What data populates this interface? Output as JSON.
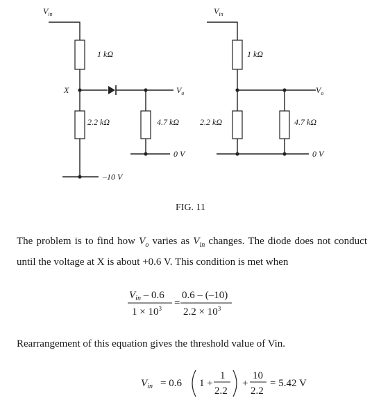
{
  "circuit_left": {
    "vin_label": "V",
    "vin_sub": "in",
    "r1_label": "1 kΩ",
    "node_label": "X",
    "r2_label": "2.2 kΩ",
    "r3_label": "4.7 kΩ",
    "vo_label": "V",
    "vo_sub": "o",
    "ground_label": "0 V",
    "supply_label": "–10 V"
  },
  "circuit_right": {
    "vin_label": "V",
    "vin_sub": "in",
    "r1_label": "1 kΩ",
    "r2_label": "2.2 kΩ",
    "r3_label": "4.7 kΩ",
    "vo_label": "V",
    "vo_sub": "o",
    "ground_label": "0 V"
  },
  "figure_caption": "FIG. 11",
  "paragraph1": {
    "t1": "The problem is to find how ",
    "v": "V",
    "vsub": "o",
    "t2": " varies as ",
    "vin": "V",
    "vinsub": "in",
    "t3": " changes.  The diode does not conduct until the voltage at X is about +0.6 V.  This condition is met when"
  },
  "equation1": {
    "lhs_num_a": "V",
    "lhs_num_sub": "in",
    "lhs_num_b": " – 0.6",
    "lhs_den": "1 × 10",
    "lhs_den_exp": "3",
    "equals": "=",
    "rhs_num": "0.6 – (–10)",
    "rhs_den": "2.2 × 10",
    "rhs_den_exp": "3"
  },
  "paragraph2": "Rearrangement of this equation gives the threshold value of Vin.",
  "equation2": {
    "lhs": "V",
    "lhs_sub": "in",
    "eq_coef": "= 0.6",
    "one_plus": "1 +",
    "f1_num": "1",
    "f1_den": "2.2",
    "plus": "+",
    "f2_num": "10",
    "f2_den": "2.2",
    "result": "= 5.42 V"
  }
}
